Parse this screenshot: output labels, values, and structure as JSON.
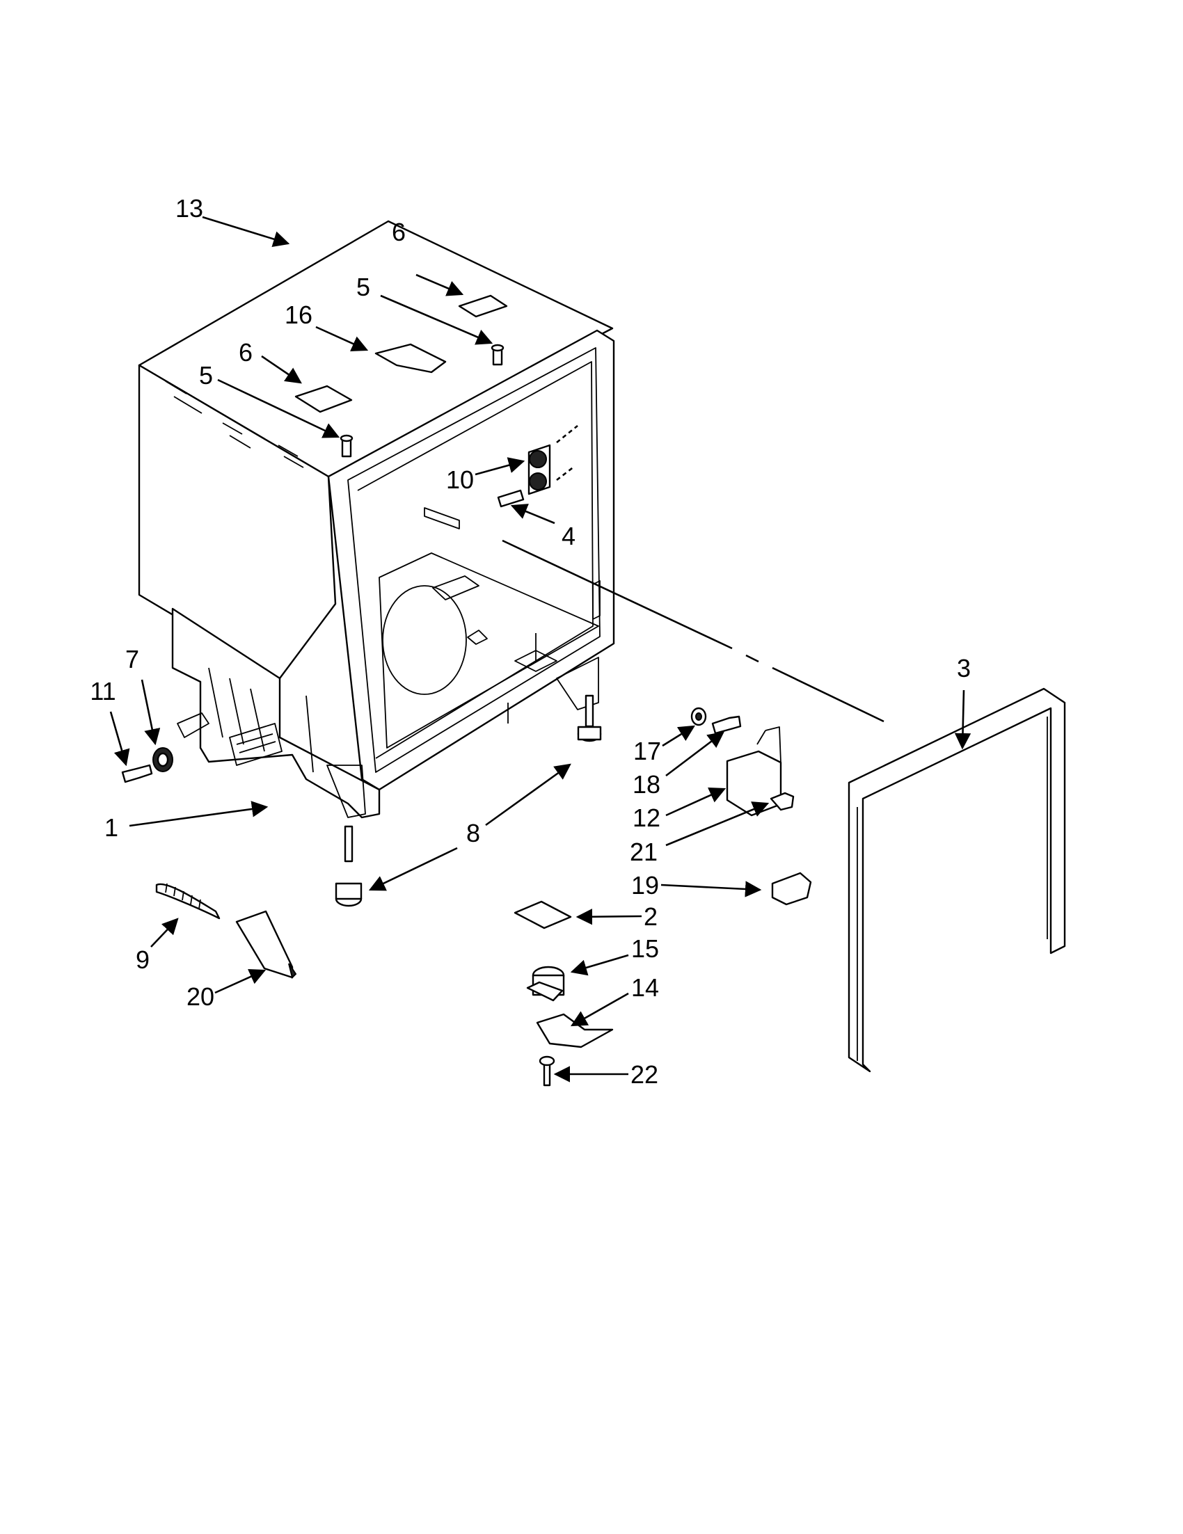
{
  "diagram": {
    "callouts": [
      {
        "id": "13",
        "label": "13"
      },
      {
        "id": "6a",
        "label": "6"
      },
      {
        "id": "5a",
        "label": "5"
      },
      {
        "id": "16",
        "label": "16"
      },
      {
        "id": "6b",
        "label": "6"
      },
      {
        "id": "5b",
        "label": "5"
      },
      {
        "id": "10",
        "label": "10"
      },
      {
        "id": "4",
        "label": "4"
      },
      {
        "id": "3",
        "label": "3"
      },
      {
        "id": "7",
        "label": "7"
      },
      {
        "id": "11",
        "label": "11"
      },
      {
        "id": "1",
        "label": "1"
      },
      {
        "id": "8",
        "label": "8"
      },
      {
        "id": "17",
        "label": "17"
      },
      {
        "id": "18",
        "label": "18"
      },
      {
        "id": "12",
        "label": "12"
      },
      {
        "id": "21",
        "label": "21"
      },
      {
        "id": "19",
        "label": "19"
      },
      {
        "id": "2",
        "label": "2"
      },
      {
        "id": "15",
        "label": "15"
      },
      {
        "id": "14",
        "label": "14"
      },
      {
        "id": "22",
        "label": "22"
      },
      {
        "id": "9",
        "label": "9"
      },
      {
        "id": "20",
        "label": "20"
      }
    ]
  }
}
